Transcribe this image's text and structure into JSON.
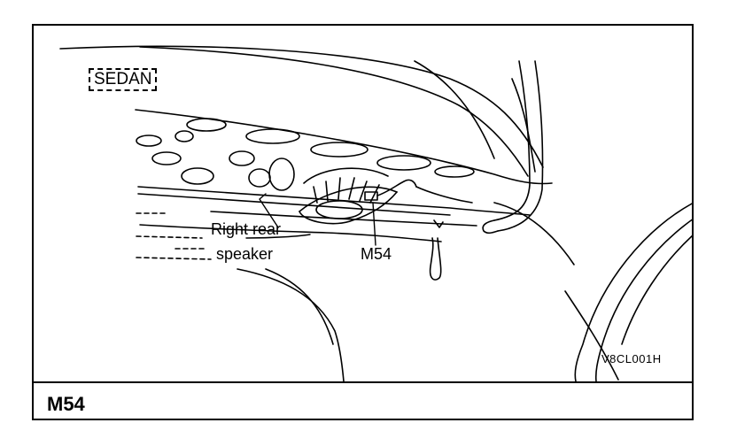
{
  "figure": {
    "variant_tag": "SEDAN",
    "callouts": {
      "speaker_line1": "Right rear",
      "speaker_line2": "speaker",
      "connector": "M54"
    },
    "reference_code": "V8CL001H",
    "caption": "M54"
  }
}
